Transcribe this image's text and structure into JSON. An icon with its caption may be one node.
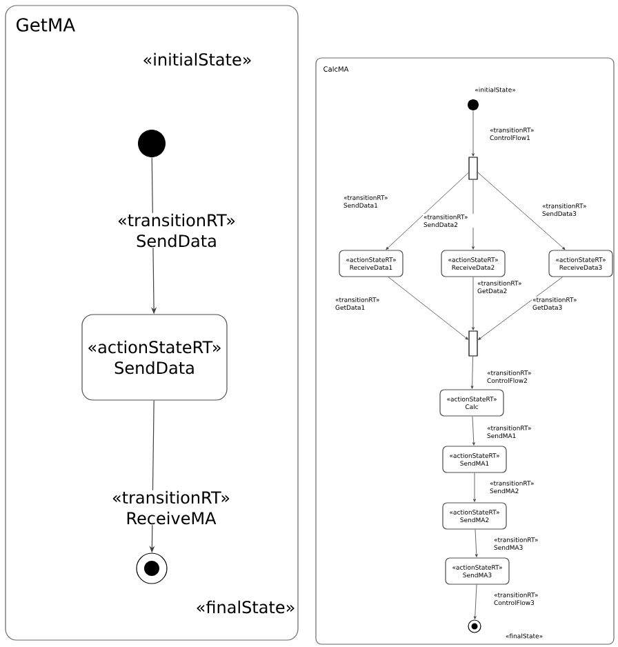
{
  "diagram": {
    "nodes": [
      {
        "text": [
          "GetMA"
        ]
      },
      {
        "text": [],
        "shape": "circle",
        "in": 0
      },
      {
        "text": [
          "«actionStateRT»",
          "SendData"
        ],
        "in": 0
      },
      {
        "text": [],
        "shape": "circle",
        "in": 0
      },
      {
        "text": [
          "CalcMA"
        ]
      },
      {
        "text": [],
        "shape": "circle",
        "in": 4
      },
      {
        "text": [],
        "shape": "bar",
        "in": 4
      },
      {
        "text": [
          "«actionStateRT»",
          "ReceiveData1"
        ],
        "in": 4
      },
      {
        "text": [
          "«actionStateRT»",
          "ReceiveData2"
        ],
        "in": 4
      },
      {
        "text": [
          "«actionStateRT»",
          "ReceiveData3"
        ],
        "in": 4
      },
      {
        "text": [],
        "shape": "bar",
        "in": 4
      },
      {
        "text": [
          "«actionStateRT»",
          "Calc"
        ],
        "in": 4
      },
      {
        "text": [
          "«actionStateRT»",
          "SendMA1"
        ],
        "in": 4
      },
      {
        "text": [
          "«actionStateRT»",
          "SendMA2"
        ],
        "in": 4
      },
      {
        "text": [
          "«actionStateRT»",
          "SendMA3"
        ],
        "in": 4
      },
      {
        "text": [],
        "shape": "circle",
        "in": 4
      }
    ],
    "labels": [
      "«initialState»",
      "«finalState»",
      "«initialState»",
      "«finalState»"
    ],
    "edges": [
      {
        "from": 1,
        "to": 2,
        "arrow": "to",
        "label": "«transitionRT» SendData"
      },
      {
        "from": 2,
        "to": 3,
        "arrow": "to",
        "label": "«transitionRT» ReceiveMA"
      },
      {
        "from": 5,
        "to": 6,
        "arrow": "to",
        "label": "«transitionRT» ControlFlow1"
      },
      {
        "from": 6,
        "to": 7,
        "arrow": "to",
        "label": "«transitionRT» SendData1"
      },
      {
        "from": 6,
        "to": 8,
        "arrow": "to",
        "label": "«transitionRT» SendData2"
      },
      {
        "from": 6,
        "to": 9,
        "arrow": "to",
        "label": "«transitionRT» SendData3"
      },
      {
        "from": 7,
        "to": 10,
        "arrow": "to",
        "label": "«transitionRT» GetData1"
      },
      {
        "from": 8,
        "to": 10,
        "arrow": "to",
        "label": "«transitionRT» GetData2"
      },
      {
        "from": 9,
        "to": 10,
        "arrow": "to",
        "label": "«transitionRT» GetData3"
      },
      {
        "from": 10,
        "to": 11,
        "arrow": "to",
        "label": "«transitionRT» ControlFlow2"
      },
      {
        "from": 11,
        "to": 12,
        "arrow": "to",
        "label": "«transitionRT» SendMA1"
      },
      {
        "from": 12,
        "to": 13,
        "arrow": "to",
        "label": "«transitionRT» SendMA2"
      },
      {
        "from": 13,
        "to": 14,
        "arrow": "to",
        "label": "«transitionRT» SendMA3"
      },
      {
        "from": 14,
        "to": 15,
        "arrow": "to",
        "label": "«transitionRT» ControlFlow3"
      }
    ]
  }
}
